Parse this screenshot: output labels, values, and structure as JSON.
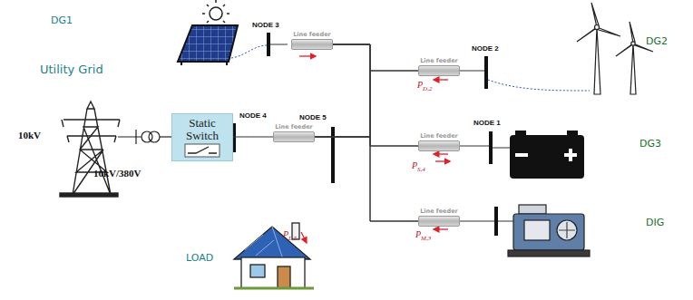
{
  "diagram": {
    "nodes": [
      {
        "text": [
          "Line feeder"
        ]
      },
      {
        "text": [
          "Line feeder"
        ]
      },
      {
        "text": [
          "Static Switch"
        ]
      },
      {
        "text": [
          "Line feeder"
        ]
      },
      {
        "text": [
          "Line feeder"
        ]
      },
      {
        "text": [
          "Line feeder"
        ]
      }
    ],
    "edges": [
      {
        "from": 2,
        "to": 3,
        "arrow": "none"
      },
      {
        "from": 0,
        "to": 1,
        "arrow": "none"
      },
      {
        "from": 0,
        "to": 4,
        "arrow": "none"
      },
      {
        "from": 0,
        "to": 5,
        "arrow": "none"
      },
      {
        "from": 0,
        "to": 3,
        "arrow": "none"
      },
      {
        "from": 3,
        "to": 1,
        "arrow": "none"
      },
      {
        "from": 3,
        "to": 4,
        "arrow": "none"
      },
      {
        "from": 3,
        "to": 5,
        "arrow": "none"
      }
    ],
    "labels": [
      "DG1",
      "NODE 3",
      "NODE 2",
      "DG2",
      "Utility Grid",
      "PD,2",
      "NODE 4",
      "NODE 5",
      "NODE 1",
      "DG3",
      "10kV",
      "PS,4",
      "10kV/380V",
      "DIG",
      "PL,5",
      "PM,3",
      "LOAD"
    ]
  }
}
